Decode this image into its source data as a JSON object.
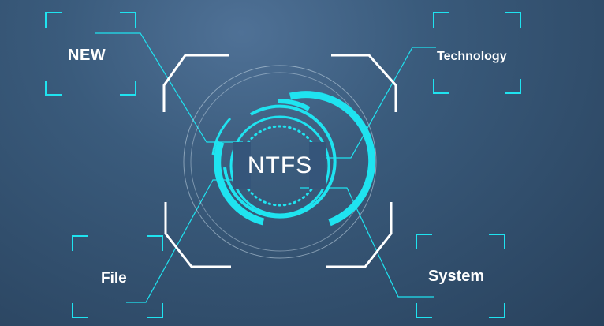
{
  "diagram": {
    "center_label": "NTFS",
    "nodes": [
      {
        "id": "new",
        "label": "NEW"
      },
      {
        "id": "technology",
        "label": "Technology"
      },
      {
        "id": "file",
        "label": "File"
      },
      {
        "id": "system",
        "label": "System"
      }
    ]
  },
  "colors": {
    "accent_cyan": "#1fe3f0",
    "line_white": "#ffffff",
    "background_top": "#4f7196",
    "background_bottom": "#28415c"
  },
  "icons": [
    "corner-bracket-icon",
    "hud-ring-icon",
    "connector-line-icon"
  ]
}
